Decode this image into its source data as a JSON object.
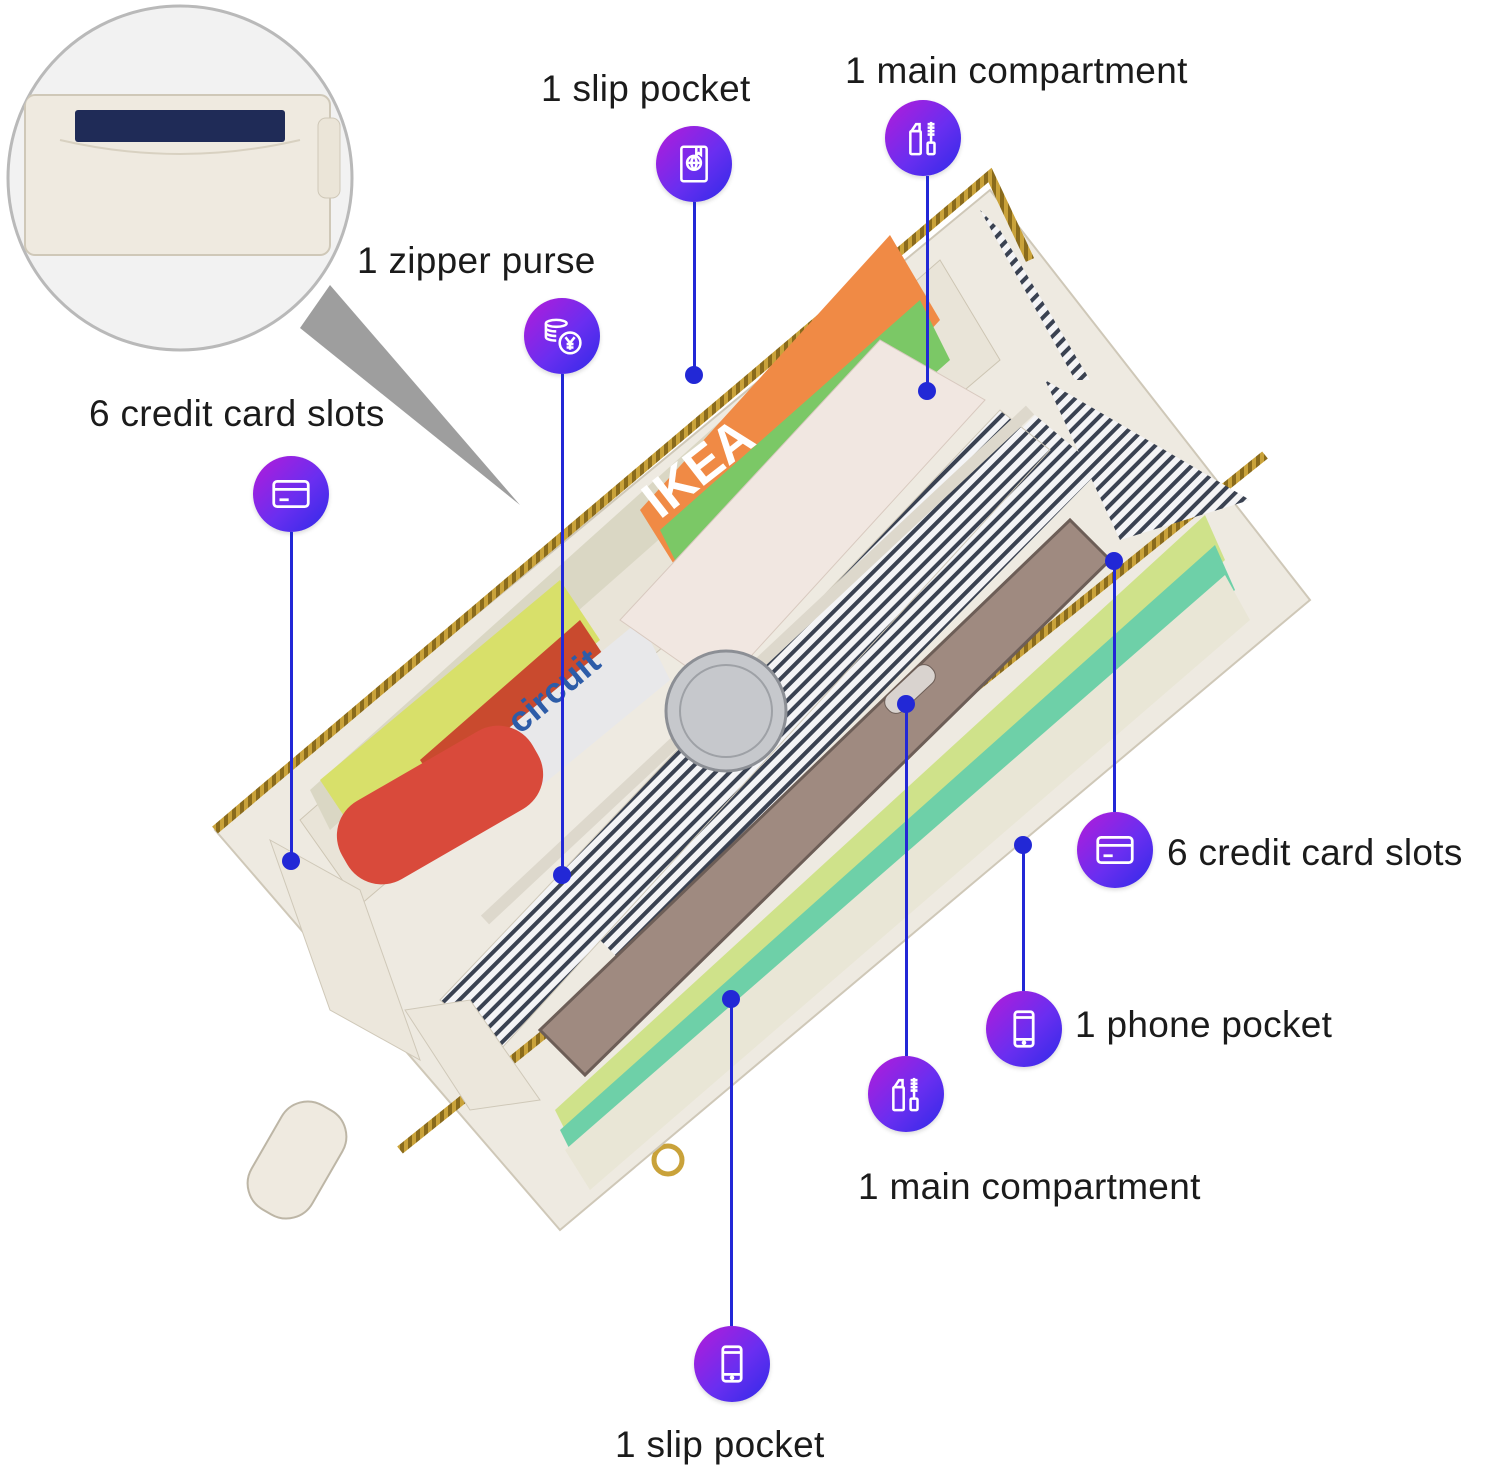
{
  "callouts": {
    "slip_pocket_top": "1 slip pocket",
    "main_compartment_top": "1 main compartment",
    "zipper_purse": "1 zipper purse",
    "credit_card_slots_left": "6 credit card slots",
    "credit_card_slots_right": "6 credit card slots",
    "phone_pocket": "1 phone pocket",
    "main_compartment_bottom": "1 main compartment",
    "slip_pocket_bottom": "1 slip pocket"
  },
  "product_text": {
    "card_brand_orange": "IKEA",
    "card_brand_circuit": "circuit"
  },
  "icons": [
    "passport-icon",
    "lipstick-mascara-icon",
    "coins-yen-icon",
    "credit-card-icon",
    "phone-icon"
  ],
  "colors": {
    "accent_blue": "#2228d6",
    "badge_gradient_start": "#b51bd8",
    "badge_gradient_end": "#2f2be8",
    "wallet_leather": "#efeae0",
    "zipper_gold": "#c9a23a"
  }
}
